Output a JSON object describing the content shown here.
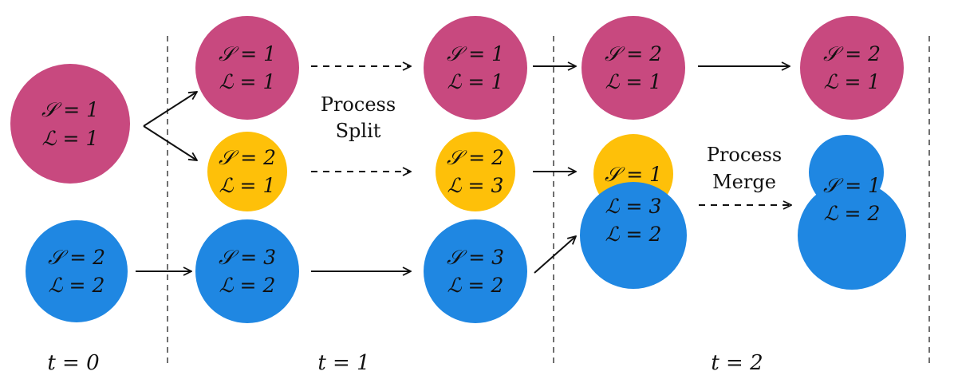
{
  "colors": {
    "magenta": "#c8497f",
    "yellow": "#fec009",
    "blue": "#1f87e2"
  },
  "nodes": [
    {
      "id": "n0a",
      "color": "magenta",
      "s": "𝒮 = 1",
      "l": "ℒ = 1"
    },
    {
      "id": "n0b",
      "color": "blue",
      "s": "𝒮 = 2",
      "l": "ℒ = 2"
    },
    {
      "id": "n1a",
      "color": "magenta",
      "s": "𝒮 = 1",
      "l": "ℒ = 1"
    },
    {
      "id": "n1b",
      "color": "yellow",
      "s": "𝒮 = 2",
      "l": "ℒ = 1"
    },
    {
      "id": "n1c",
      "color": "blue",
      "s": "𝒮 = 3",
      "l": "ℒ = 2"
    },
    {
      "id": "n2a",
      "color": "magenta",
      "s": "𝒮 = 1",
      "l": "ℒ = 1"
    },
    {
      "id": "n2b",
      "color": "yellow",
      "s": "𝒮 = 2",
      "l": "ℒ = 3"
    },
    {
      "id": "n2c",
      "color": "blue",
      "s": "𝒮 = 3",
      "l": "ℒ = 2"
    },
    {
      "id": "n3a",
      "color": "magenta",
      "s": "𝒮 = 2",
      "l": "ℒ = 1"
    },
    {
      "id": "n3b",
      "color": "yellow",
      "s": "𝒮 = 1",
      "l": ""
    },
    {
      "id": "n3c",
      "color": "blue",
      "s": "ℒ = 3",
      "l": "ℒ = 2"
    },
    {
      "id": "n4a",
      "color": "magenta",
      "s": "𝒮 = 2",
      "l": "ℒ = 1"
    },
    {
      "id": "n4b",
      "color": "blue",
      "s": "𝒮 = 1",
      "l": "ℒ = 2"
    }
  ],
  "process_split": {
    "line1": "Process",
    "line2": "Split"
  },
  "process_merge": {
    "line1": "Process",
    "line2": "Merge"
  },
  "timesteps": {
    "t0": "t = 0",
    "t1": "t = 1",
    "t2": "t = 2"
  }
}
